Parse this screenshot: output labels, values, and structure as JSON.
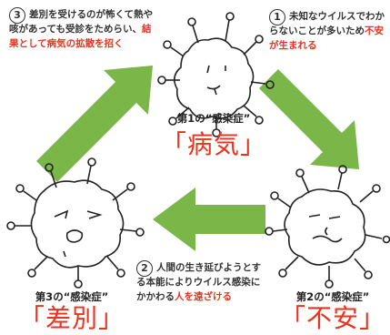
{
  "note1": {
    "number": "1",
    "text_plain": "未知なウイルスでわからないことが多いため",
    "text_red": "不安が生まれる"
  },
  "note2": {
    "number": "2",
    "text_plain": "人間の生き延びようとする本能によりウイルス感染にかかわる",
    "text_red": "人を遠ざける"
  },
  "note3": {
    "number": "3",
    "text_plain": "差別を受けるのが怖くて熱や咳があっても受診をためらい、",
    "text_red": "結果として病気の拡散を招く"
  },
  "infection1": {
    "caption": "第1の“感染症”",
    "name": "「病気」"
  },
  "infection2": {
    "caption": "第2の“感染症”",
    "name": "「不安」"
  },
  "infection3": {
    "caption": "第3の“感染症”",
    "name": "「差別」"
  },
  "colors": {
    "arrow": "#7ab648",
    "accent_red": "#e8331f",
    "ink": "#222222"
  }
}
